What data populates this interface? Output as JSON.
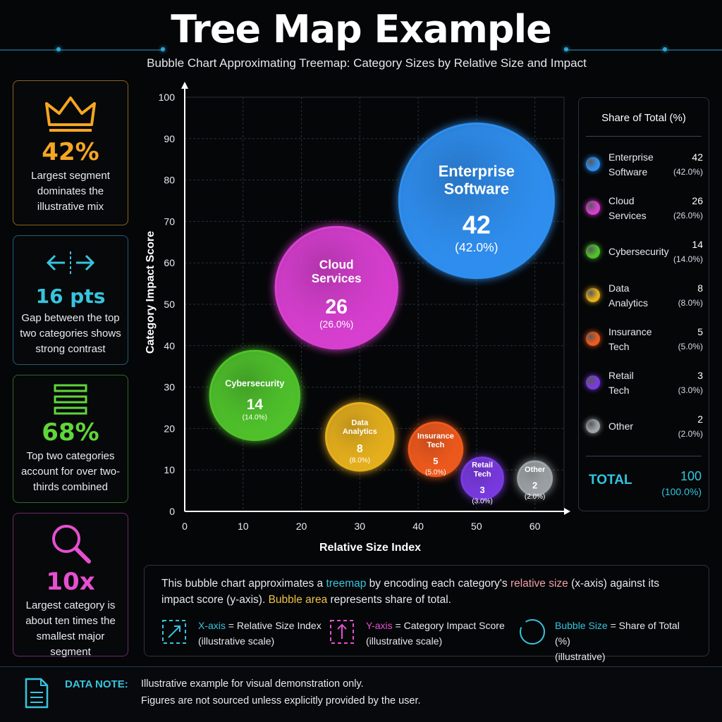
{
  "header": {
    "title": "Tree Map Example",
    "subtitle": "Bubble Chart Approximating Treemap: Category Sizes by Relative Size and Impact"
  },
  "kpis": [
    {
      "value": "42%",
      "desc": "Largest segment dominates the illustrative mix",
      "color": "#f5a623",
      "icon": "crown-icon"
    },
    {
      "value": "16 pts",
      "desc": "Gap between the top two categories shows strong contrast",
      "color": "#37c4de",
      "icon": "arrows-apart-icon"
    },
    {
      "value": "68%",
      "desc": "Top two categories account for over two-thirds combined",
      "color": "#5fd63a",
      "icon": "stacked-bars-icon"
    },
    {
      "value": "10x",
      "desc": "Largest category is about ten times the smallest major segment",
      "color": "#e64fd0",
      "icon": "magnifier-icon"
    }
  ],
  "chart_data": {
    "type": "scatter",
    "xlabel": "Relative Size Index",
    "ylabel": "Category Impact Score",
    "xlim": [
      0,
      65
    ],
    "ylim": [
      0,
      100
    ],
    "xticks": [
      0,
      10,
      20,
      30,
      40,
      50,
      60
    ],
    "yticks": [
      0,
      10,
      20,
      30,
      40,
      50,
      60,
      70,
      80,
      90,
      100
    ],
    "grid": true,
    "legend": "right",
    "points": [
      {
        "name": "Enterprise Software",
        "x": 50,
        "y": 75,
        "value": 42,
        "pct": "(42.0%)",
        "color": "#2f8ff0"
      },
      {
        "name": "Cloud Services",
        "x": 26,
        "y": 54,
        "value": 26,
        "pct": "(26.0%)",
        "color": "#d83fd0"
      },
      {
        "name": "Cybersecurity",
        "x": 12,
        "y": 28,
        "value": 14,
        "pct": "(14.0%)",
        "color": "#4fc22c"
      },
      {
        "name": "Data Analytics",
        "x": 30,
        "y": 18,
        "value": 8,
        "pct": "(8.0%)",
        "color": "#e6b01c"
      },
      {
        "name": "Insurance Tech",
        "x": 43,
        "y": 15,
        "value": 5,
        "pct": "(5.0%)",
        "color": "#f05a1c"
      },
      {
        "name": "Retail Tech",
        "x": 51,
        "y": 8,
        "value": 3,
        "pct": "(3.0%)",
        "color": "#7a3ae0"
      },
      {
        "name": "Other",
        "x": 60,
        "y": 8,
        "value": 2,
        "pct": "(2.0%)",
        "color": "#9ea3a8"
      }
    ]
  },
  "legend": {
    "title": "Share of Total (%)",
    "items": [
      {
        "line1": "Enterprise",
        "line2": "Software",
        "value": "42",
        "pct": "(42.0%)",
        "color": "#2f8ff0"
      },
      {
        "line1": "Cloud",
        "line2": "Services",
        "value": "26",
        "pct": "(26.0%)",
        "color": "#d83fd0"
      },
      {
        "line1": "Cybersecurity",
        "line2": "",
        "value": "14",
        "pct": "(14.0%)",
        "color": "#4fc22c"
      },
      {
        "line1": "Data",
        "line2": "Analytics",
        "value": "8",
        "pct": "(8.0%)",
        "color": "#e6b01c"
      },
      {
        "line1": "Insurance",
        "line2": "Tech",
        "value": "5",
        "pct": "(5.0%)",
        "color": "#f05a1c"
      },
      {
        "line1": "Retail",
        "line2": "Tech",
        "value": "3",
        "pct": "(3.0%)",
        "color": "#7a3ae0"
      },
      {
        "line1": "Other",
        "line2": "",
        "value": "2",
        "pct": "(2.0%)",
        "color": "#9ea3a8"
      }
    ],
    "total_label": "TOTAL",
    "total_value": "100",
    "total_pct": "(100.0%)"
  },
  "explain": {
    "t1": "This bubble chart approximates a ",
    "h1": "treemap",
    "t2": " by encoding each category's ",
    "h2": "relative size",
    "t3": " (x-axis) against its impact score (y-axis). ",
    "h3": "Bubble area",
    "t4": " represents share of total.",
    "keys": [
      {
        "bold": "X-axis",
        "rest": " = Relative Size Index",
        "line2": "(illustrative scale)",
        "icon": "x-axis-icon"
      },
      {
        "bold": "Y-axis",
        "rest": " = Category Impact Score",
        "line2": "(illustrative scale)",
        "icon": "y-axis-icon"
      },
      {
        "bold": "Bubble Size",
        "rest": " = Share of Total (%)",
        "line2": "(illustrative)",
        "icon": "bubble-icon"
      }
    ]
  },
  "note": {
    "label": "DATA NOTE:",
    "line1": "Illustrative example for visual demonstration only.",
    "line2": "Figures are not sourced unless explicitly provided by the user."
  }
}
